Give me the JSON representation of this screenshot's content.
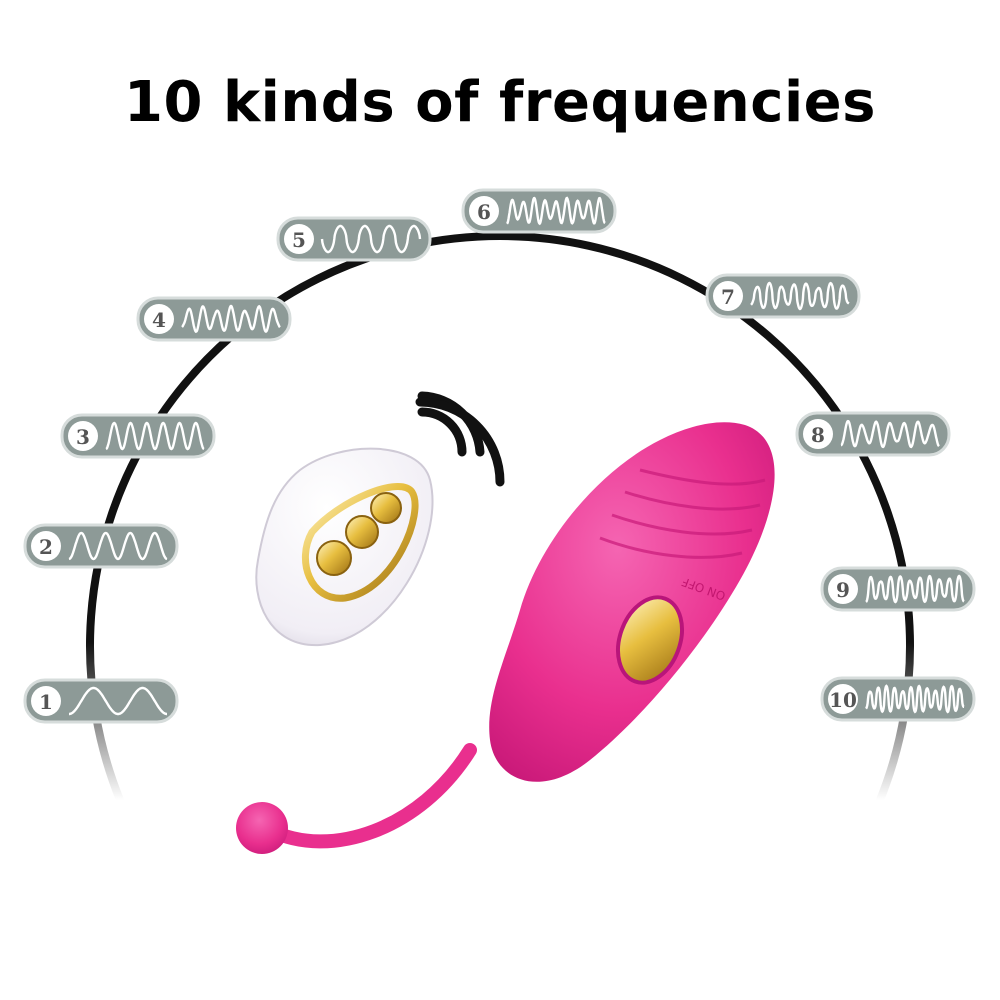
{
  "title": "10 kinds of frequencies",
  "frequencies": [
    {
      "label": "1"
    },
    {
      "label": "2"
    },
    {
      "label": "3"
    },
    {
      "label": "4"
    },
    {
      "label": "5"
    },
    {
      "label": "6"
    },
    {
      "label": "7"
    },
    {
      "label": "8"
    },
    {
      "label": "9"
    },
    {
      "label": "10"
    }
  ],
  "device_marking": "ON OFF",
  "colors": {
    "pill_fill": "#8d9a97",
    "pill_stroke": "#d6dcdb",
    "device_pink": "#ec2f8f",
    "gold": "#e7be3f",
    "arc": "#111111"
  },
  "icons": [
    "wifi-signal-icon",
    "remote-control",
    "vibrator-device"
  ]
}
